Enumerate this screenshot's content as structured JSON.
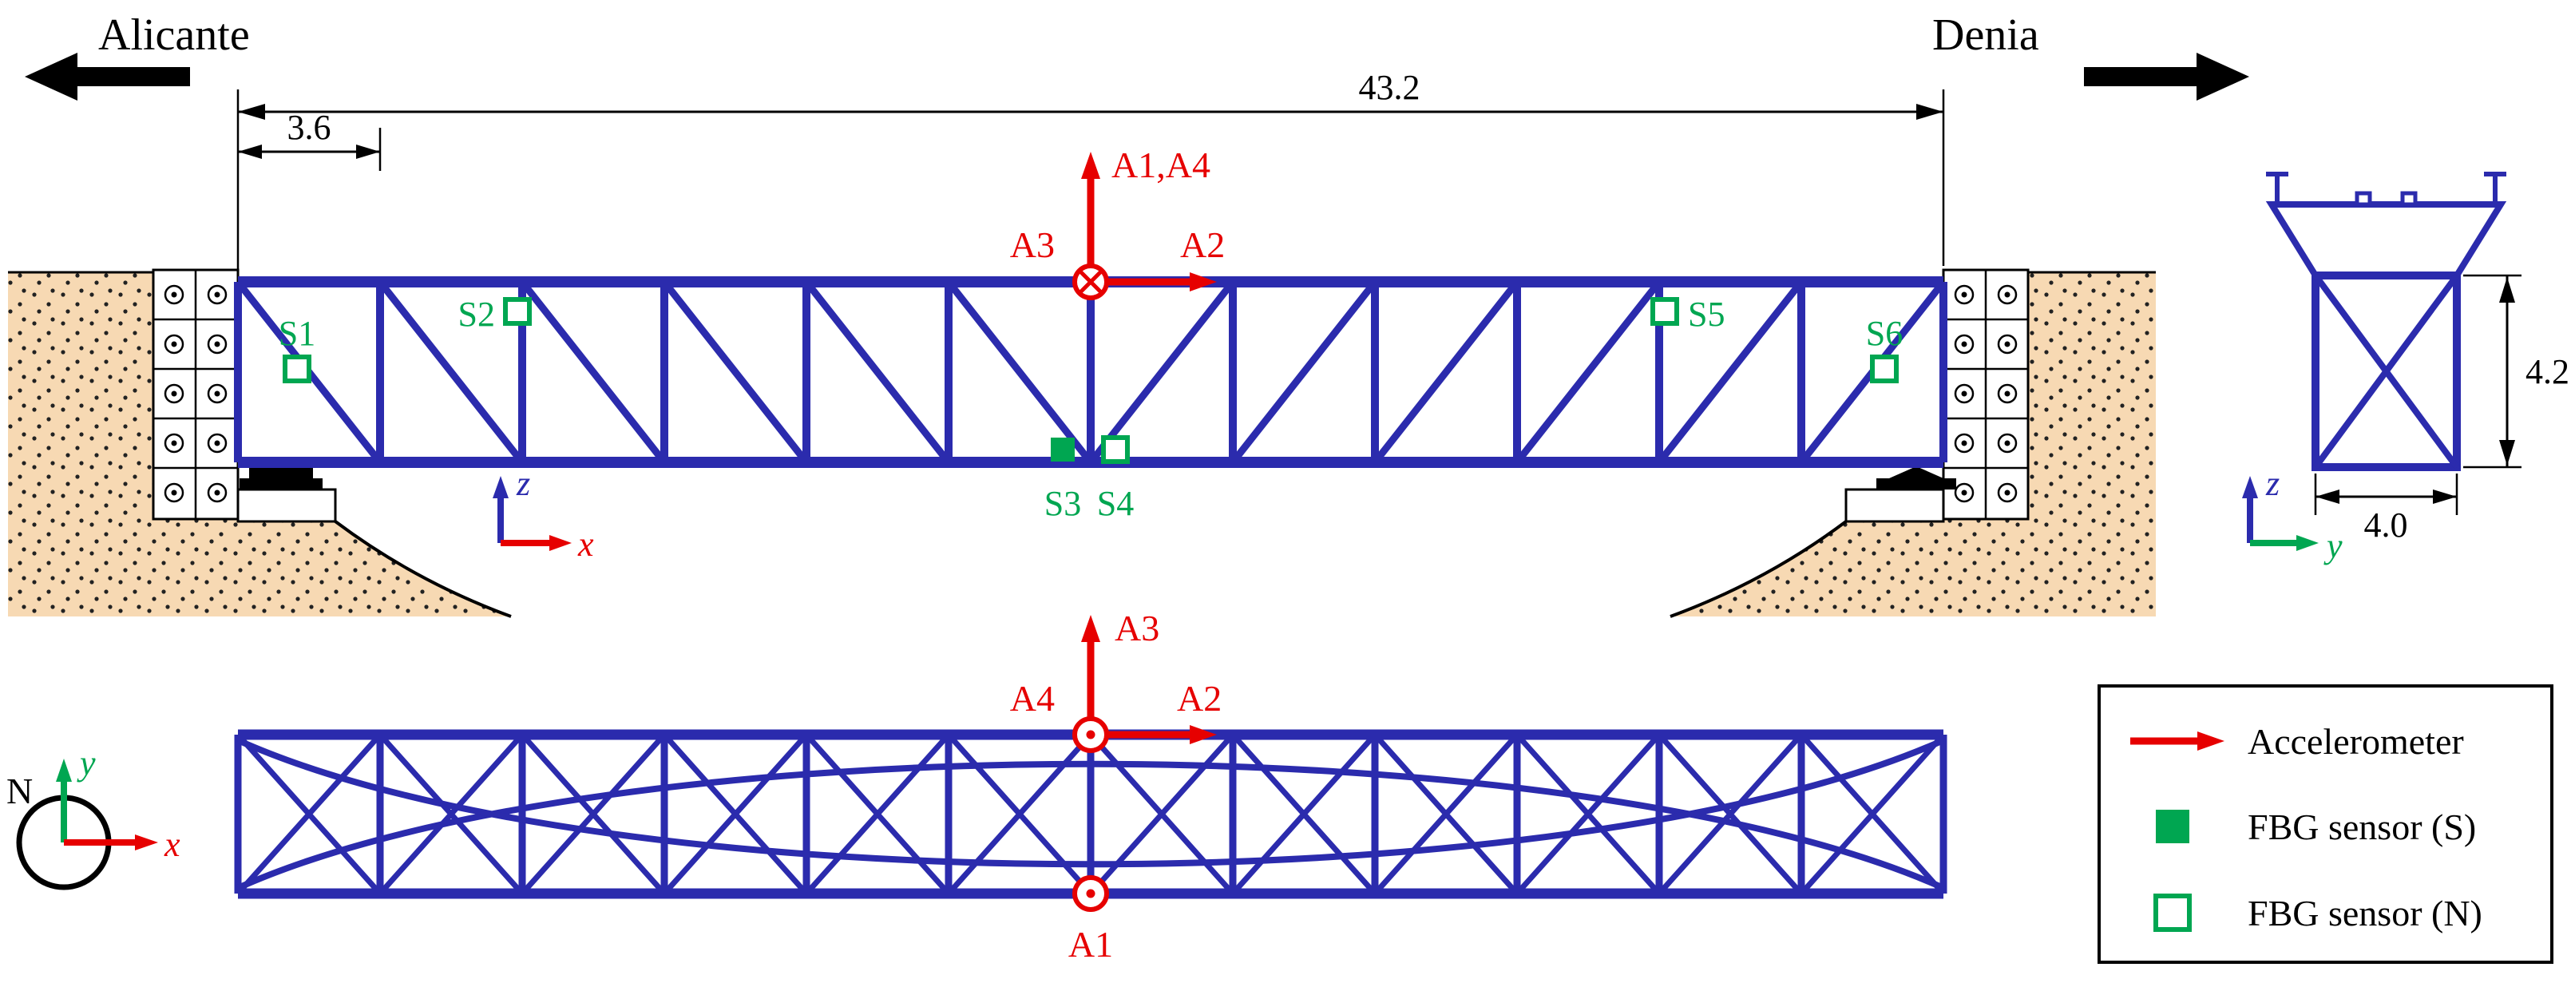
{
  "header": {
    "left": "Alicante",
    "right": "Denia"
  },
  "dims": {
    "total_span": "43.2",
    "first_panel": "3.6",
    "section_height": "4.2",
    "section_width": "4.0"
  },
  "accel_elevation": {
    "up": "A1,A4",
    "right": "A2",
    "origin": "A3"
  },
  "accel_plan": {
    "up": "A3",
    "right": "A2",
    "origin": "A4",
    "bottom": "A1"
  },
  "sensors": {
    "s1": "S1",
    "s2": "S2",
    "s3": "S3",
    "s4": "S4",
    "s5": "S5",
    "s6": "S6"
  },
  "axes": {
    "x": "x",
    "y": "y",
    "z": "z",
    "north": "N"
  },
  "legend": {
    "accelerometer": "Accelerometer",
    "fbg_s": "FBG sensor (S)",
    "fbg_n": "FBG sensor (N)"
  },
  "colors": {
    "blue": "#2b2bad",
    "red": "#e60000",
    "green": "#00a651",
    "tan": "#f7d9b3"
  }
}
